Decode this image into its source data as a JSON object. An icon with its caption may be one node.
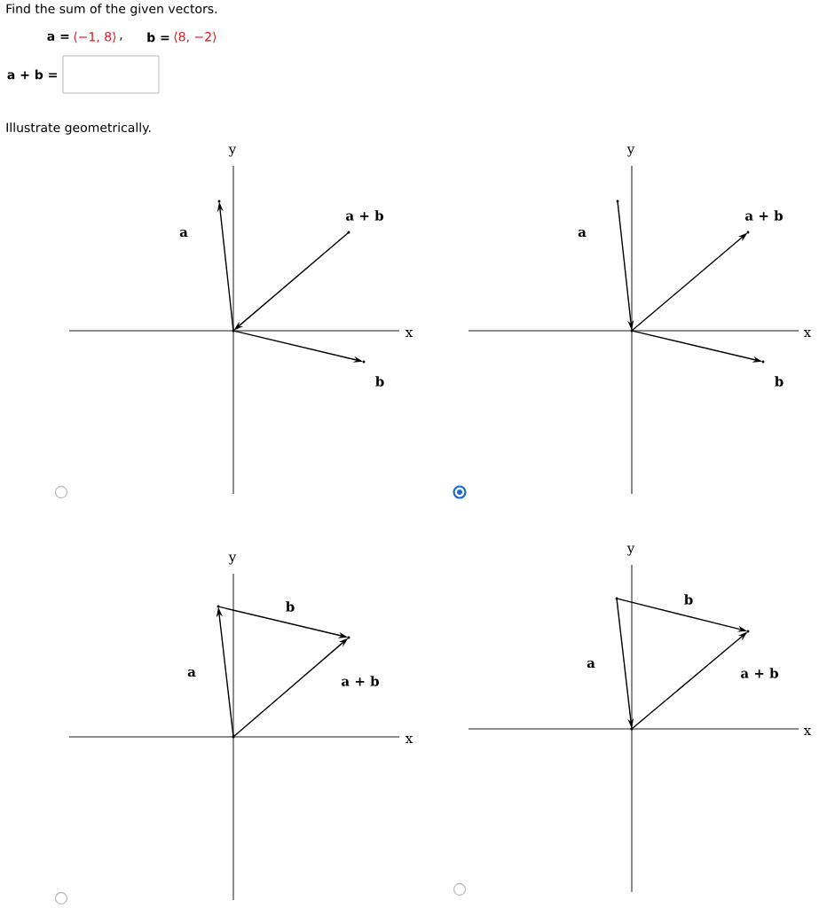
{
  "diagram": {
    "nodes": [
      {
        "text": [],
        "shape": "box",
        "beside": [
          "a + b ="
        ]
      },
      {
        "text": [],
        "shape": "point"
      },
      {
        "text": [],
        "shape": "point"
      },
      {
        "text": [],
        "shape": "point"
      },
      {
        "text": [],
        "shape": "point"
      },
      {
        "text": [],
        "shape": "point"
      },
      {
        "text": [],
        "shape": "point"
      },
      {
        "text": [],
        "shape": "point"
      },
      {
        "text": [],
        "shape": "point"
      },
      {
        "text": [],
        "shape": "point"
      },
      {
        "text": [],
        "shape": "point"
      },
      {
        "text": [],
        "shape": "point"
      },
      {
        "text": [],
        "shape": "point"
      },
      {
        "text": [],
        "shape": "point"
      },
      {
        "text": [],
        "shape": "point"
      },
      {
        "text": [],
        "shape": "circle"
      },
      {
        "text": [],
        "shape": "selected-circle"
      },
      {
        "text": [],
        "shape": "circle"
      },
      {
        "text": [],
        "shape": "circle"
      }
    ],
    "edges": [
      {
        "from": 1,
        "to": 2,
        "arrow": "to",
        "label": "a"
      },
      {
        "from": 3,
        "to": 1,
        "arrow": "to",
        "label": "a + b"
      },
      {
        "from": 1,
        "to": 4,
        "arrow": "to",
        "label": "b"
      },
      {
        "from": 6,
        "to": 5,
        "arrow": "to",
        "label": "a"
      },
      {
        "from": 5,
        "to": 7,
        "arrow": "to",
        "label": "a + b"
      },
      {
        "from": 5,
        "to": 8,
        "arrow": "to",
        "label": "b"
      },
      {
        "from": 9,
        "to": 10,
        "arrow": "to",
        "label": "a"
      },
      {
        "from": 10,
        "to": 11,
        "arrow": "to",
        "label": "b"
      },
      {
        "from": 9,
        "to": 11,
        "arrow": "to",
        "label": "a + b"
      },
      {
        "from": 13,
        "to": 12,
        "arrow": "to",
        "label": "a"
      },
      {
        "from": 13,
        "to": 14,
        "arrow": "to",
        "label": "b"
      },
      {
        "from": 12,
        "to": 14,
        "arrow": "to",
        "label": "a + b"
      }
    ],
    "labels": [
      "Find the sum of the given vectors.",
      "a =",
      "⟨−1, 8⟩",
      ",",
      "b =",
      "⟨8, −2⟩",
      "Illustrate geometrically.",
      "y",
      "x",
      "y",
      "x",
      "y",
      "x",
      "y",
      "x"
    ]
  }
}
